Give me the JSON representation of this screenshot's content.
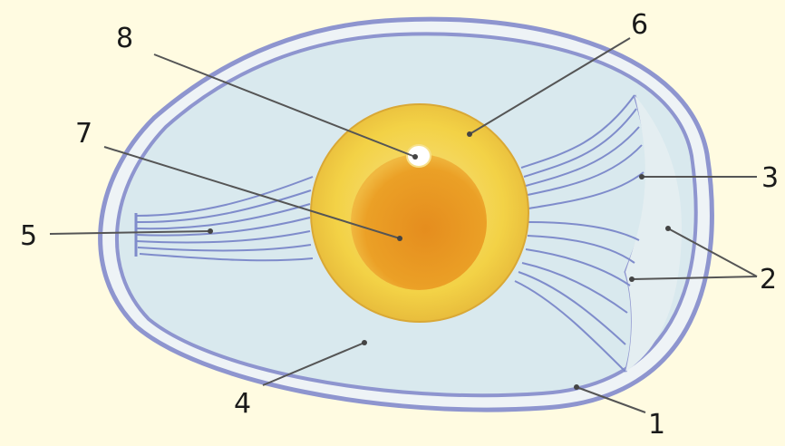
{
  "diagram": {
    "labels": {
      "one": "1",
      "two": "2",
      "three": "3",
      "four": "4",
      "five": "5",
      "six": "6",
      "seven": "7",
      "eight": "8"
    },
    "colors": {
      "background": "#fffbe1",
      "shell": "#8e95cf",
      "albumen": "#d9e9ee",
      "chalaza": "#7f8ccb",
      "yolk_outer": "#f3d246",
      "yolk_inner": "#eba026",
      "germinal_disc": "#ffffff",
      "leader": "#555555"
    }
  }
}
